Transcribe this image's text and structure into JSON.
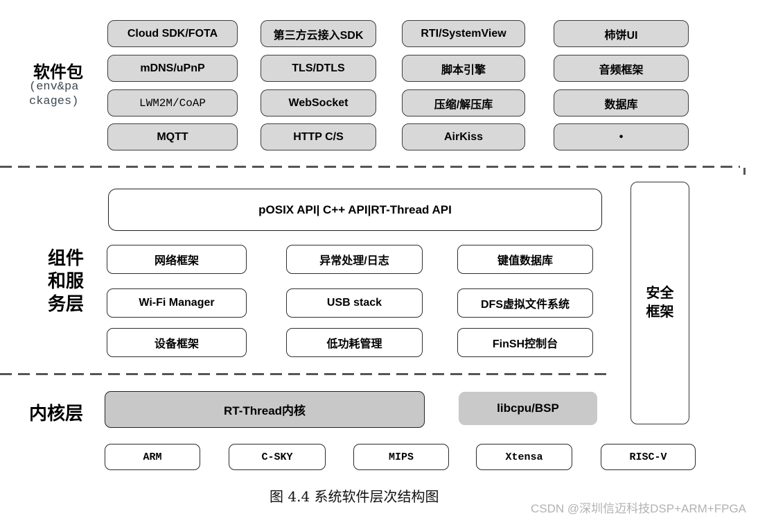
{
  "packages": {
    "label": "软件包",
    "sublabel": [
      "(env&pa",
      "ckages)"
    ],
    "grid": [
      [
        "Cloud SDK/FOTA",
        "第三方云接入SDK",
        "RTI/SystemView",
        "柿饼UI"
      ],
      [
        "mDNS/uPnP",
        "TLS/DTLS",
        "脚本引擎",
        "音频框架"
      ],
      [
        "LWM2M/CoAP",
        "WebSocket",
        "压缩/解压库",
        "数据库"
      ],
      [
        "MQTT",
        "HTTP C/S",
        "AirKiss",
        "•"
      ]
    ]
  },
  "components": {
    "label_lines": [
      "组件",
      "和服",
      "务层"
    ],
    "api_bar": "pOSIX API| C++ API|RT-Thread API",
    "grid": [
      [
        "网络框架",
        "异常处理/日志",
        "键值数据库"
      ],
      [
        "Wi-Fi Manager",
        "USB stack",
        "DFS虚拟文件系统"
      ],
      [
        "设备框架",
        "低功耗管理",
        "FinSH控制台"
      ]
    ],
    "security_lines": [
      "安全",
      "框架"
    ]
  },
  "kernel": {
    "label": "内核层",
    "kernel_box": "RT-Thread内核",
    "libcpu_box": "libcpu/BSP",
    "cpus": [
      "ARM",
      "C-SKY",
      "MIPS",
      "Xtensa",
      "RISC-V"
    ]
  },
  "caption": "图 4.4 系统软件层次结构图",
  "watermark": "CSDN @深圳信迈科技DSP+ARM+FPGA",
  "colors": {
    "package_box_fill": "#d8d8d8",
    "kernel_box_fill": "#c8c8c8",
    "dash_line": "#555555",
    "watermark_text": "#b2b2b2"
  }
}
